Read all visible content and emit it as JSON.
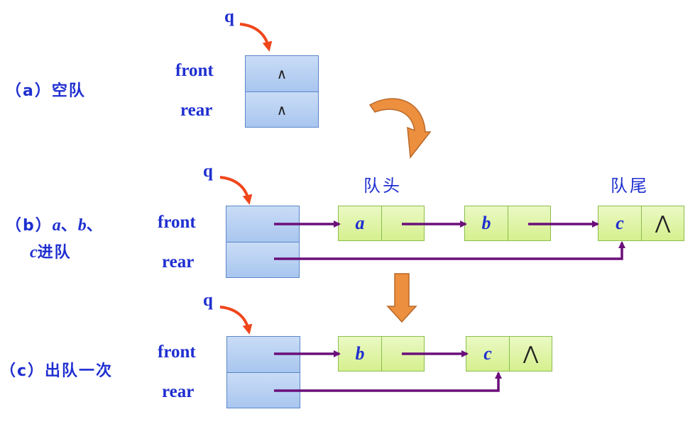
{
  "labels": {
    "section_a": "（a）空队",
    "section_b_open": "（b）",
    "section_b_a": "a",
    "section_b_sep1": "、",
    "section_b_b": "b",
    "section_b_sep2": "、",
    "section_b_c": "c",
    "section_b_tail": "进队",
    "section_c": "（c）出队一次",
    "pointer_q": "q",
    "front": "front",
    "rear": "rear",
    "queue_head": "队头",
    "queue_tail": "队尾",
    "null_caret": "∧",
    "null_wedge": "⋀"
  },
  "nodes": {
    "b_row": [
      "a",
      "b",
      "c"
    ],
    "c_row": [
      "b",
      "c"
    ]
  },
  "colors": {
    "text_blue": "#1f2fd0",
    "pointer_red": "#f0461c",
    "link_purple": "#6b0f7a",
    "transition_orange": "#ec8f3e",
    "queue_cell_blue": "#b7cff2",
    "node_cell_green": "#dcf3a0"
  }
}
